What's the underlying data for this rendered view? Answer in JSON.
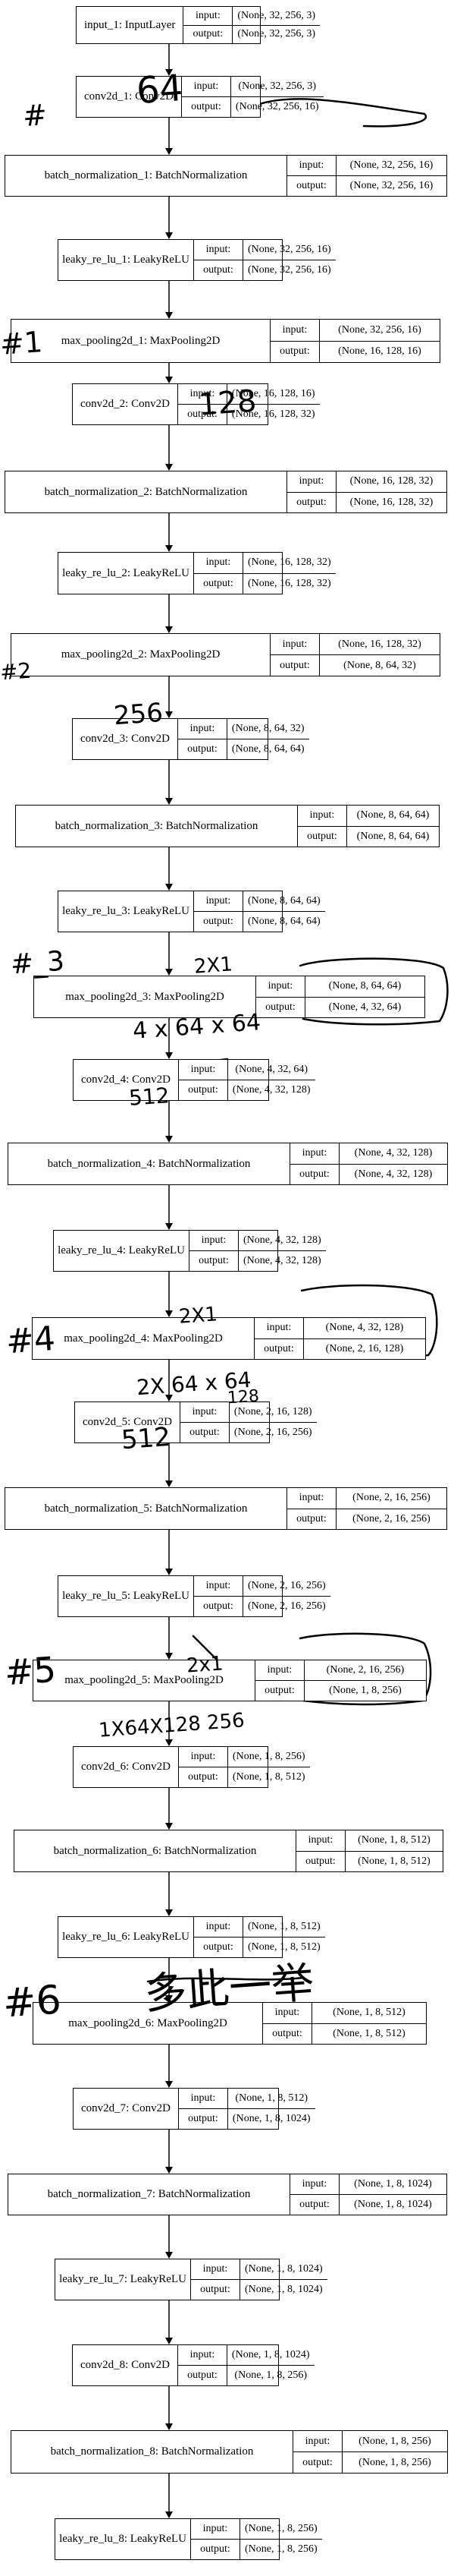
{
  "labels": {
    "input": "input:",
    "output": "output:"
  },
  "layers": [
    {
      "name": "input_1: InputLayer",
      "input": "(None, 32, 256, 3)",
      "output": "(None, 32, 256, 3)"
    },
    {
      "name": "conv2d_1: Conv2D",
      "input": "(None, 32, 256, 3)",
      "output": "(None, 32, 256, 16)"
    },
    {
      "name": "batch_normalization_1: BatchNormalization",
      "input": "(None, 32, 256, 16)",
      "output": "(None, 32, 256, 16)"
    },
    {
      "name": "leaky_re_lu_1: LeakyReLU",
      "input": "(None, 32, 256, 16)",
      "output": "(None, 32, 256, 16)"
    },
    {
      "name": "max_pooling2d_1: MaxPooling2D",
      "input": "(None, 32, 256, 16)",
      "output": "(None, 16, 128, 16)"
    },
    {
      "name": "conv2d_2: Conv2D",
      "input": "(None, 16, 128, 16)",
      "output": "(None, 16, 128, 32)"
    },
    {
      "name": "batch_normalization_2: BatchNormalization",
      "input": "(None, 16, 128, 32)",
      "output": "(None, 16, 128, 32)"
    },
    {
      "name": "leaky_re_lu_2: LeakyReLU",
      "input": "(None, 16, 128, 32)",
      "output": "(None, 16, 128, 32)"
    },
    {
      "name": "max_pooling2d_2: MaxPooling2D",
      "input": "(None, 16, 128, 32)",
      "output": "(None, 8, 64, 32)"
    },
    {
      "name": "conv2d_3: Conv2D",
      "input": "(None, 8, 64, 32)",
      "output": "(None, 8, 64, 64)"
    },
    {
      "name": "batch_normalization_3: BatchNormalization",
      "input": "(None, 8, 64, 64)",
      "output": "(None, 8, 64, 64)"
    },
    {
      "name": "leaky_re_lu_3: LeakyReLU",
      "input": "(None, 8, 64, 64)",
      "output": "(None, 8, 64, 64)"
    },
    {
      "name": "max_pooling2d_3: MaxPooling2D",
      "input": "(None, 8, 64, 64)",
      "output": "(None, 4, 32, 64)"
    },
    {
      "name": "conv2d_4: Conv2D",
      "input": "(None, 4, 32, 64)",
      "output": "(None, 4, 32, 128)"
    },
    {
      "name": "batch_normalization_4: BatchNormalization",
      "input": "(None, 4, 32, 128)",
      "output": "(None, 4, 32, 128)"
    },
    {
      "name": "leaky_re_lu_4: LeakyReLU",
      "input": "(None, 4, 32, 128)",
      "output": "(None, 4, 32, 128)"
    },
    {
      "name": "max_pooling2d_4: MaxPooling2D",
      "input": "(None, 4, 32, 128)",
      "output": "(None, 2, 16, 128)"
    },
    {
      "name": "conv2d_5: Conv2D",
      "input": "(None, 2, 16, 128)",
      "output": "(None, 2, 16, 256)"
    },
    {
      "name": "batch_normalization_5: BatchNormalization",
      "input": "(None, 2, 16, 256)",
      "output": "(None, 2, 16, 256)"
    },
    {
      "name": "leaky_re_lu_5: LeakyReLU",
      "input": "(None, 2, 16, 256)",
      "output": "(None, 2, 16, 256)"
    },
    {
      "name": "max_pooling2d_5: MaxPooling2D",
      "input": "(None, 2, 16, 256)",
      "output": "(None, 1, 8, 256)"
    },
    {
      "name": "conv2d_6: Conv2D",
      "input": "(None, 1, 8, 256)",
      "output": "(None, 1, 8, 512)"
    },
    {
      "name": "batch_normalization_6: BatchNormalization",
      "input": "(None, 1, 8, 512)",
      "output": "(None, 1, 8, 512)"
    },
    {
      "name": "leaky_re_lu_6: LeakyReLU",
      "input": "(None, 1, 8, 512)",
      "output": "(None, 1, 8, 512)"
    },
    {
      "name": "max_pooling2d_6: MaxPooling2D",
      "input": "(None, 1, 8, 512)",
      "output": "(None, 1, 8, 512)"
    },
    {
      "name": "conv2d_7: Conv2D",
      "input": "(None, 1, 8, 512)",
      "output": "(None, 1, 8, 1024)"
    },
    {
      "name": "batch_normalization_7: BatchNormalization",
      "input": "(None, 1, 8, 1024)",
      "output": "(None, 1, 8, 1024)"
    },
    {
      "name": "leaky_re_lu_7: LeakyReLU",
      "input": "(None, 1, 8, 1024)",
      "output": "(None, 1, 8, 1024)"
    },
    {
      "name": "conv2d_8: Conv2D",
      "input": "(None, 1, 8, 1024)",
      "output": "(None, 1, 8, 256)"
    },
    {
      "name": "batch_normalization_8: BatchNormalization",
      "input": "(None, 1, 8, 256)",
      "output": "(None, 1, 8, 256)"
    },
    {
      "name": "leaky_re_lu_8: LeakyReLU",
      "input": "(None, 1, 8, 256)",
      "output": "(None, 1, 8, 256)"
    }
  ],
  "annotations": [
    {
      "id": "note-64",
      "text": "64"
    },
    {
      "id": "note-hash",
      "text": "#"
    },
    {
      "id": "note-hash1",
      "text": "#1"
    },
    {
      "id": "note-128",
      "text": "128"
    },
    {
      "id": "note-hash2",
      "text": "#2"
    },
    {
      "id": "note-256",
      "text": "256"
    },
    {
      "id": "note-hash3",
      "text": "#_3"
    },
    {
      "id": "note-2x1-a",
      "text": "2X1"
    },
    {
      "id": "note-calc-a",
      "text": "4 x 64 x 64"
    },
    {
      "id": "note-512-a",
      "text": "512"
    },
    {
      "id": "note-hash4",
      "text": "#4"
    },
    {
      "id": "note-2x1-b",
      "text": "2X1"
    },
    {
      "id": "note-calc-b",
      "text": "2X 64 x 64"
    },
    {
      "id": "note-128-b",
      "text": "128"
    },
    {
      "id": "note-512-b",
      "text": "512"
    },
    {
      "id": "note-hash5",
      "text": "#5"
    },
    {
      "id": "note-2x1-c",
      "text": "2x1"
    },
    {
      "id": "note-calc-c",
      "text": "1X64X128 256"
    },
    {
      "id": "note-hash6",
      "text": "#6"
    },
    {
      "id": "note-cjk",
      "text": "多此一举"
    }
  ],
  "colors": {
    "line": "#000000",
    "ink": "#000000",
    "background": "#ffffff"
  }
}
